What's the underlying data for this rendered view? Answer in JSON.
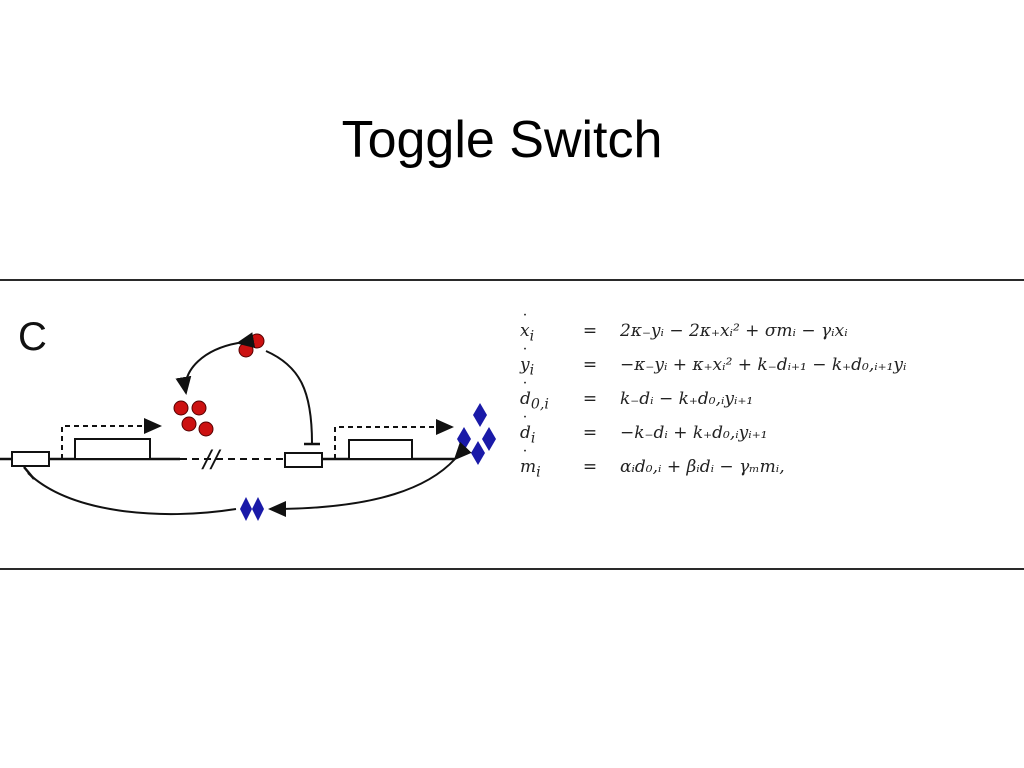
{
  "slide": {
    "title": "Toggle Switch"
  },
  "figure": {
    "panel_label": "C",
    "break_mark": "//",
    "equations": [
      {
        "lhs": "xi",
        "sign": "=",
        "rhs": "2κ₋yᵢ − 2κ₊xᵢ² + σmᵢ − γᵢxᵢ"
      },
      {
        "lhs": "yi",
        "sign": "=",
        "rhs": "−κ₋yᵢ + κ₊xᵢ² + k₋dᵢ₊₁ − k₊d₀,ᵢ₊₁yᵢ"
      },
      {
        "lhs": "d0,i",
        "sign": "=",
        "rhs": "k₋dᵢ − k₊d₀,ᵢyᵢ₊₁"
      },
      {
        "lhs": "di",
        "sign": "=",
        "rhs": "−k₋dᵢ + k₊d₀,ᵢyᵢ₊₁"
      },
      {
        "lhs": "mi",
        "sign": "=",
        "rhs": "αᵢd₀,ᵢ + βᵢdᵢ − γₘmᵢ,"
      }
    ],
    "colors": {
      "red_protein": "#cc1111",
      "blue_protein": "#1a1aa8",
      "line": "#111111"
    }
  }
}
